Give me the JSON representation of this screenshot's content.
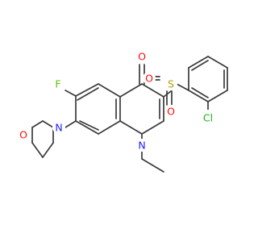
{
  "atoms": {
    "carbonyl_oxygen": "O",
    "sulfur": "S",
    "sulfonyl_oxygen_left": "O",
    "sulfonyl_oxygen_bottom": "O",
    "fluorine": "F",
    "chlorine": "Cl",
    "quinoline_nitrogen": "N",
    "morpholine_nitrogen": "N",
    "morpholine_oxygen": "O"
  },
  "colors": {
    "bond": "#3a3a3a",
    "oxygen": "#ff0d0d",
    "sulfur": "#b2a100",
    "fluorine": "#55c400",
    "chlorine": "#1fae1f",
    "nitrogen": "#2020ff"
  }
}
